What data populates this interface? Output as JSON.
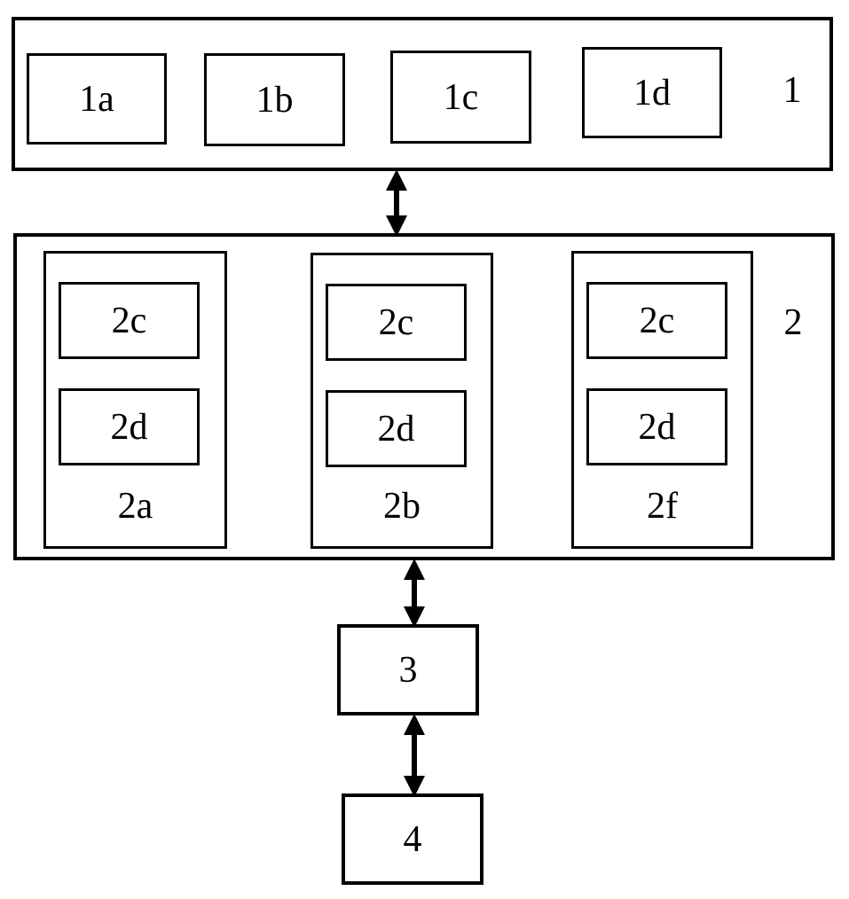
{
  "diagram": {
    "layer1": {
      "label": "1",
      "items": [
        {
          "label": "1a"
        },
        {
          "label": "1b"
        },
        {
          "label": "1c"
        },
        {
          "label": "1d"
        }
      ]
    },
    "layer2": {
      "label": "2",
      "groups": [
        {
          "label": "2a",
          "sub_top": "2c",
          "sub_bottom": "2d"
        },
        {
          "label": "2b",
          "sub_top": "2c",
          "sub_bottom": "2d"
        },
        {
          "label": "2f",
          "sub_top": "2c",
          "sub_bottom": "2d"
        }
      ]
    },
    "node3": {
      "label": "3"
    },
    "node4": {
      "label": "4"
    },
    "connections": [
      {
        "from": "1",
        "to": "2",
        "type": "bidirectional-arrow"
      },
      {
        "from": "2",
        "to": "3",
        "type": "bidirectional-arrow"
      },
      {
        "from": "3",
        "to": "4",
        "type": "bidirectional-arrow"
      }
    ],
    "colors": {
      "line": "#000000",
      "background": "#ffffff"
    }
  }
}
